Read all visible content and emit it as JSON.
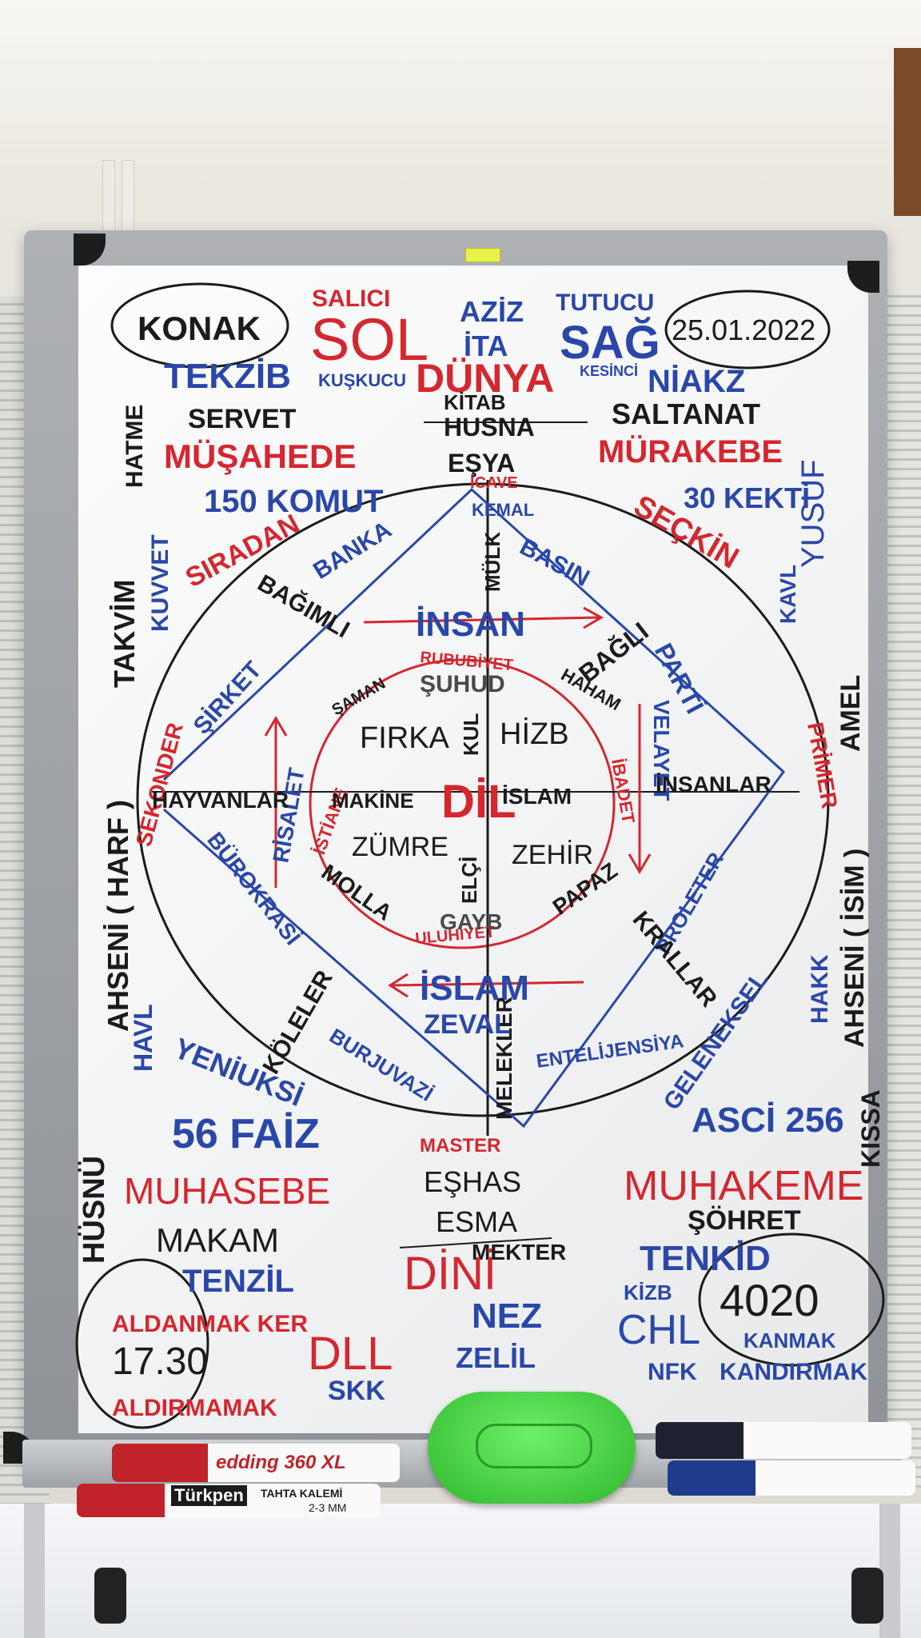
{
  "colors": {
    "red": "#d4272f",
    "blue": "#2a47a8",
    "black": "#1b1b1b",
    "eraser": "#3fd23a"
  },
  "board": {
    "top_left": {
      "konak": "KONAK",
      "salici": "SALICI",
      "sol": "SOL",
      "kuskucu": "KUŞKUCU",
      "dunya": "DÜNYA"
    },
    "top_right": {
      "aziz": "AZİZ",
      "ita": "İTA",
      "tutucu": "TUTUCU",
      "sag": "SAĞ",
      "kesinci": "KESİNCİ",
      "date": "25.01.2022",
      "niakz": "NİAKZ"
    },
    "left_block": {
      "tekzib": "TEKZİB",
      "servet": "SERVET",
      "musahede": "MÜŞAHEDE",
      "komut": "150 KOMUT",
      "siradan": "SIRADAN",
      "kuvvet": "KUVVET"
    },
    "center_top": {
      "kitab": "KİTAB",
      "husna": "HUSNA",
      "esya": "EŞYA",
      "icave": "İCAVE",
      "kemal": "KEMAL",
      "mulk": "MÜLK"
    },
    "right_block": {
      "saltanat": "SALTANAT",
      "murakebe": "MÜRAKEBE",
      "kekti": "30 KEKTİ",
      "segkin": "SEÇKİN",
      "yusuf": "YUSUF",
      "kavl": "KAVL"
    },
    "vertical_left": {
      "hatme": "HATME",
      "takvim": "TAKVİM",
      "ahseni_harf": "AHSENİ ( HARF )",
      "husnu": "HÜSNÜ",
      "havl": "HAVL"
    },
    "vertical_right": {
      "amel": "AMEL",
      "ahseni_isim": "AHSENİ ( İSİM )",
      "kissa": "KISSA",
      "hakk": "HAKK"
    },
    "diamond": {
      "banka": "BANKA",
      "basin": "BASIN",
      "sirket": "ŞİRKET",
      "parti": "PARTİ",
      "burokrasi": "BÜROKRASİ",
      "proleter": "PROLETER",
      "bursuvazi": "BURJUVAZİ",
      "entelijensiya": "ENTELİJENSİYA",
      "geleneksel": "GELENEKSEL"
    },
    "inner": {
      "insan": "İNSAN",
      "islam": "İSLAM",
      "bagimli": "BAĞIMLI",
      "bagli": "BAĞLI",
      "rububiyet": "RUBUBİYET",
      "uluhiyet": "ULUHİYET",
      "saman": "ŞAMAN",
      "haham": "HAHAM",
      "suhud": "ŞUHUD",
      "gayb": "GAYB",
      "firka": "FIRKA",
      "hizb": "HİZB",
      "kul": "KUL",
      "zumre": "ZÜMRE",
      "zehir": "ZEHİR",
      "elci": "ELÇİ",
      "molla": "MOLLA",
      "papaz": "PAPAZ",
      "istiane": "İSTİANE",
      "ibadet": "İBADET",
      "risalet": "RİSALET",
      "velayet": "VELAYET",
      "koleler": "KÖLELER",
      "krallar": "KRALLAR",
      "melekler": "MELEKLER",
      "zeval": "ZEVAL",
      "sekonder": "SEKONDER",
      "primer": "PRİMER"
    },
    "axis": {
      "hayvanlar": "HAYVANLAR",
      "makine": "MAKİNE",
      "dil": "DİL",
      "islam": "İSLAM",
      "insanlar": "İNSANLAR"
    },
    "bottom_left": {
      "yeniuksi": "YENİUKSİ",
      "faiz": "56 FAİZ",
      "muhasebe": "MUHASEBE",
      "makam": "MAKAM",
      "tenzil": "TENZİL",
      "aldanmak": "ALDANMAK KER",
      "time": "17.30",
      "aldirmamak": "ALDIRMAMAK",
      "dll": "DLL",
      "skk": "SKK"
    },
    "bottom_center": {
      "master": "MASTER",
      "eshas": "EŞHAS",
      "esma": "ESMA",
      "mekter": "MEKTER",
      "dini": "DİNİ",
      "nez": "NEZ",
      "zelil": "ZELİL"
    },
    "bottom_right": {
      "ascii": "ASCİ 256",
      "muhakeme": "MUHAKEME",
      "sohret": "ŞÖHRET",
      "tenkid": "TENKİD",
      "kizb": "KİZB",
      "chl": "CHL",
      "year": "4020",
      "kanmak": "KANMAK",
      "nfk": "NFK",
      "kandirmak": "KANDIRMAK"
    }
  },
  "markers": {
    "edding": "edding 360 XL",
    "turkpen": "Türkpen",
    "turkpen_sub": "TAHTA KALEMİ",
    "turkpen_size": "2-3 MM"
  }
}
